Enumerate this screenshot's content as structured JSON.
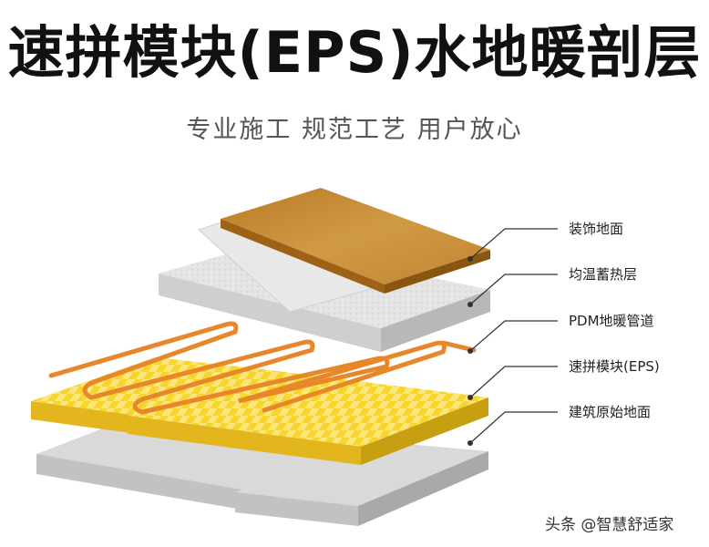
{
  "header": {
    "title": "速拼模块(EPS)水地暖剖层",
    "subtitle": "专业施工  规范工艺  用户放心"
  },
  "layers": [
    {
      "label": "装饰地面",
      "color": "#c68a2c"
    },
    {
      "label": "均温蓄热层",
      "color": "#e6e6e6"
    },
    {
      "label": "PDM地暖管道",
      "color": "#e8862a"
    },
    {
      "label": "速拼模块(EPS)",
      "color": "#f6d32a"
    },
    {
      "label": "建筑原始地面",
      "color": "#d6d6d6"
    }
  ],
  "watermark": "头条 @智慧舒适家"
}
